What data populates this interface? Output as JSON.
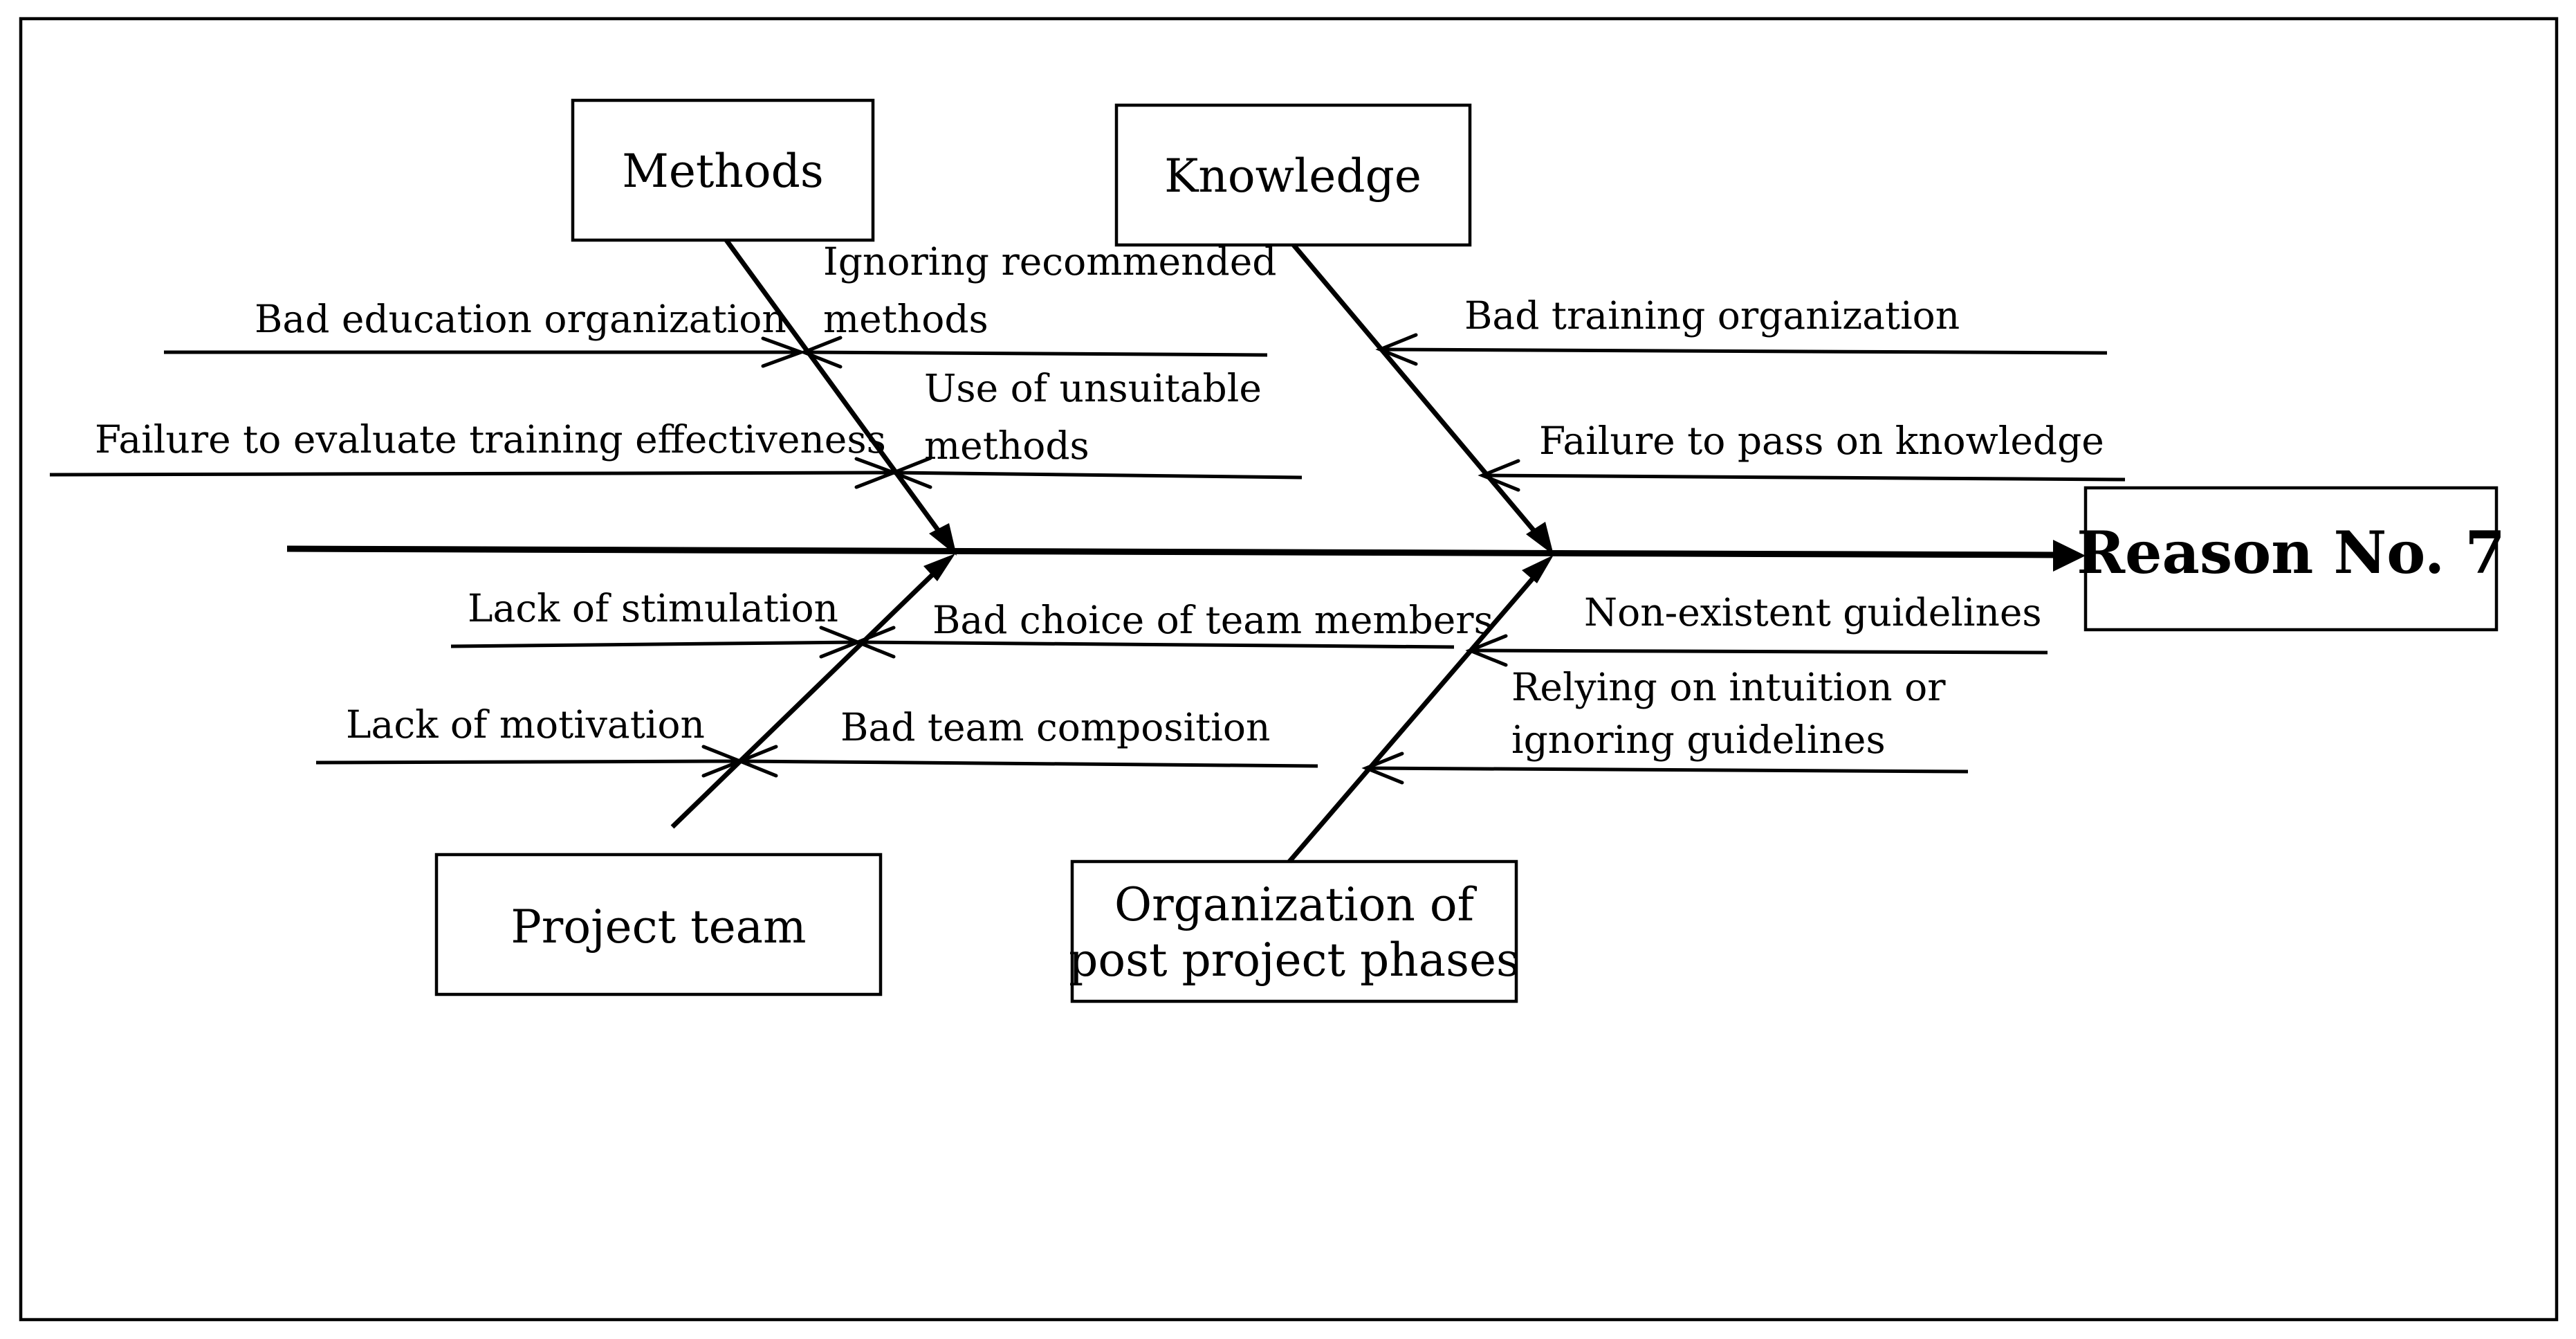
{
  "effect": {
    "label": "Reason No. 7"
  },
  "categories": {
    "methods": {
      "label": "Methods",
      "causes": {
        "bad_education_organization": "Bad education organization",
        "ignoring_recommended_methods_line1": "Ignoring recommended",
        "ignoring_recommended_methods_line2": "methods",
        "failure_to_evaluate_training_effectiveness": "Failure to evaluate training effectiveness",
        "use_of_unsuitable_methods_line1": "Use of unsuitable",
        "use_of_unsuitable_methods_line2": "methods"
      }
    },
    "knowledge": {
      "label": "Knowledge",
      "causes": {
        "bad_training_organization": "Bad training organization",
        "failure_to_pass_on_knowledge": "Failure to pass on knowledge"
      }
    },
    "project_team": {
      "label": "Project team",
      "causes": {
        "lack_of_stimulation": "Lack of stimulation",
        "bad_choice_of_team_members": "Bad choice of team members",
        "lack_of_motivation": "Lack of motivation",
        "bad_team_composition": "Bad team composition"
      }
    },
    "organization": {
      "label_line1": "Organization of",
      "label_line2": "post project phases",
      "causes": {
        "non_existent_guidelines": "Non-existent guidelines",
        "relying_on_intuition_line1": "Relying on intuition or",
        "relying_on_intuition_line2": "ignoring guidelines"
      }
    }
  }
}
